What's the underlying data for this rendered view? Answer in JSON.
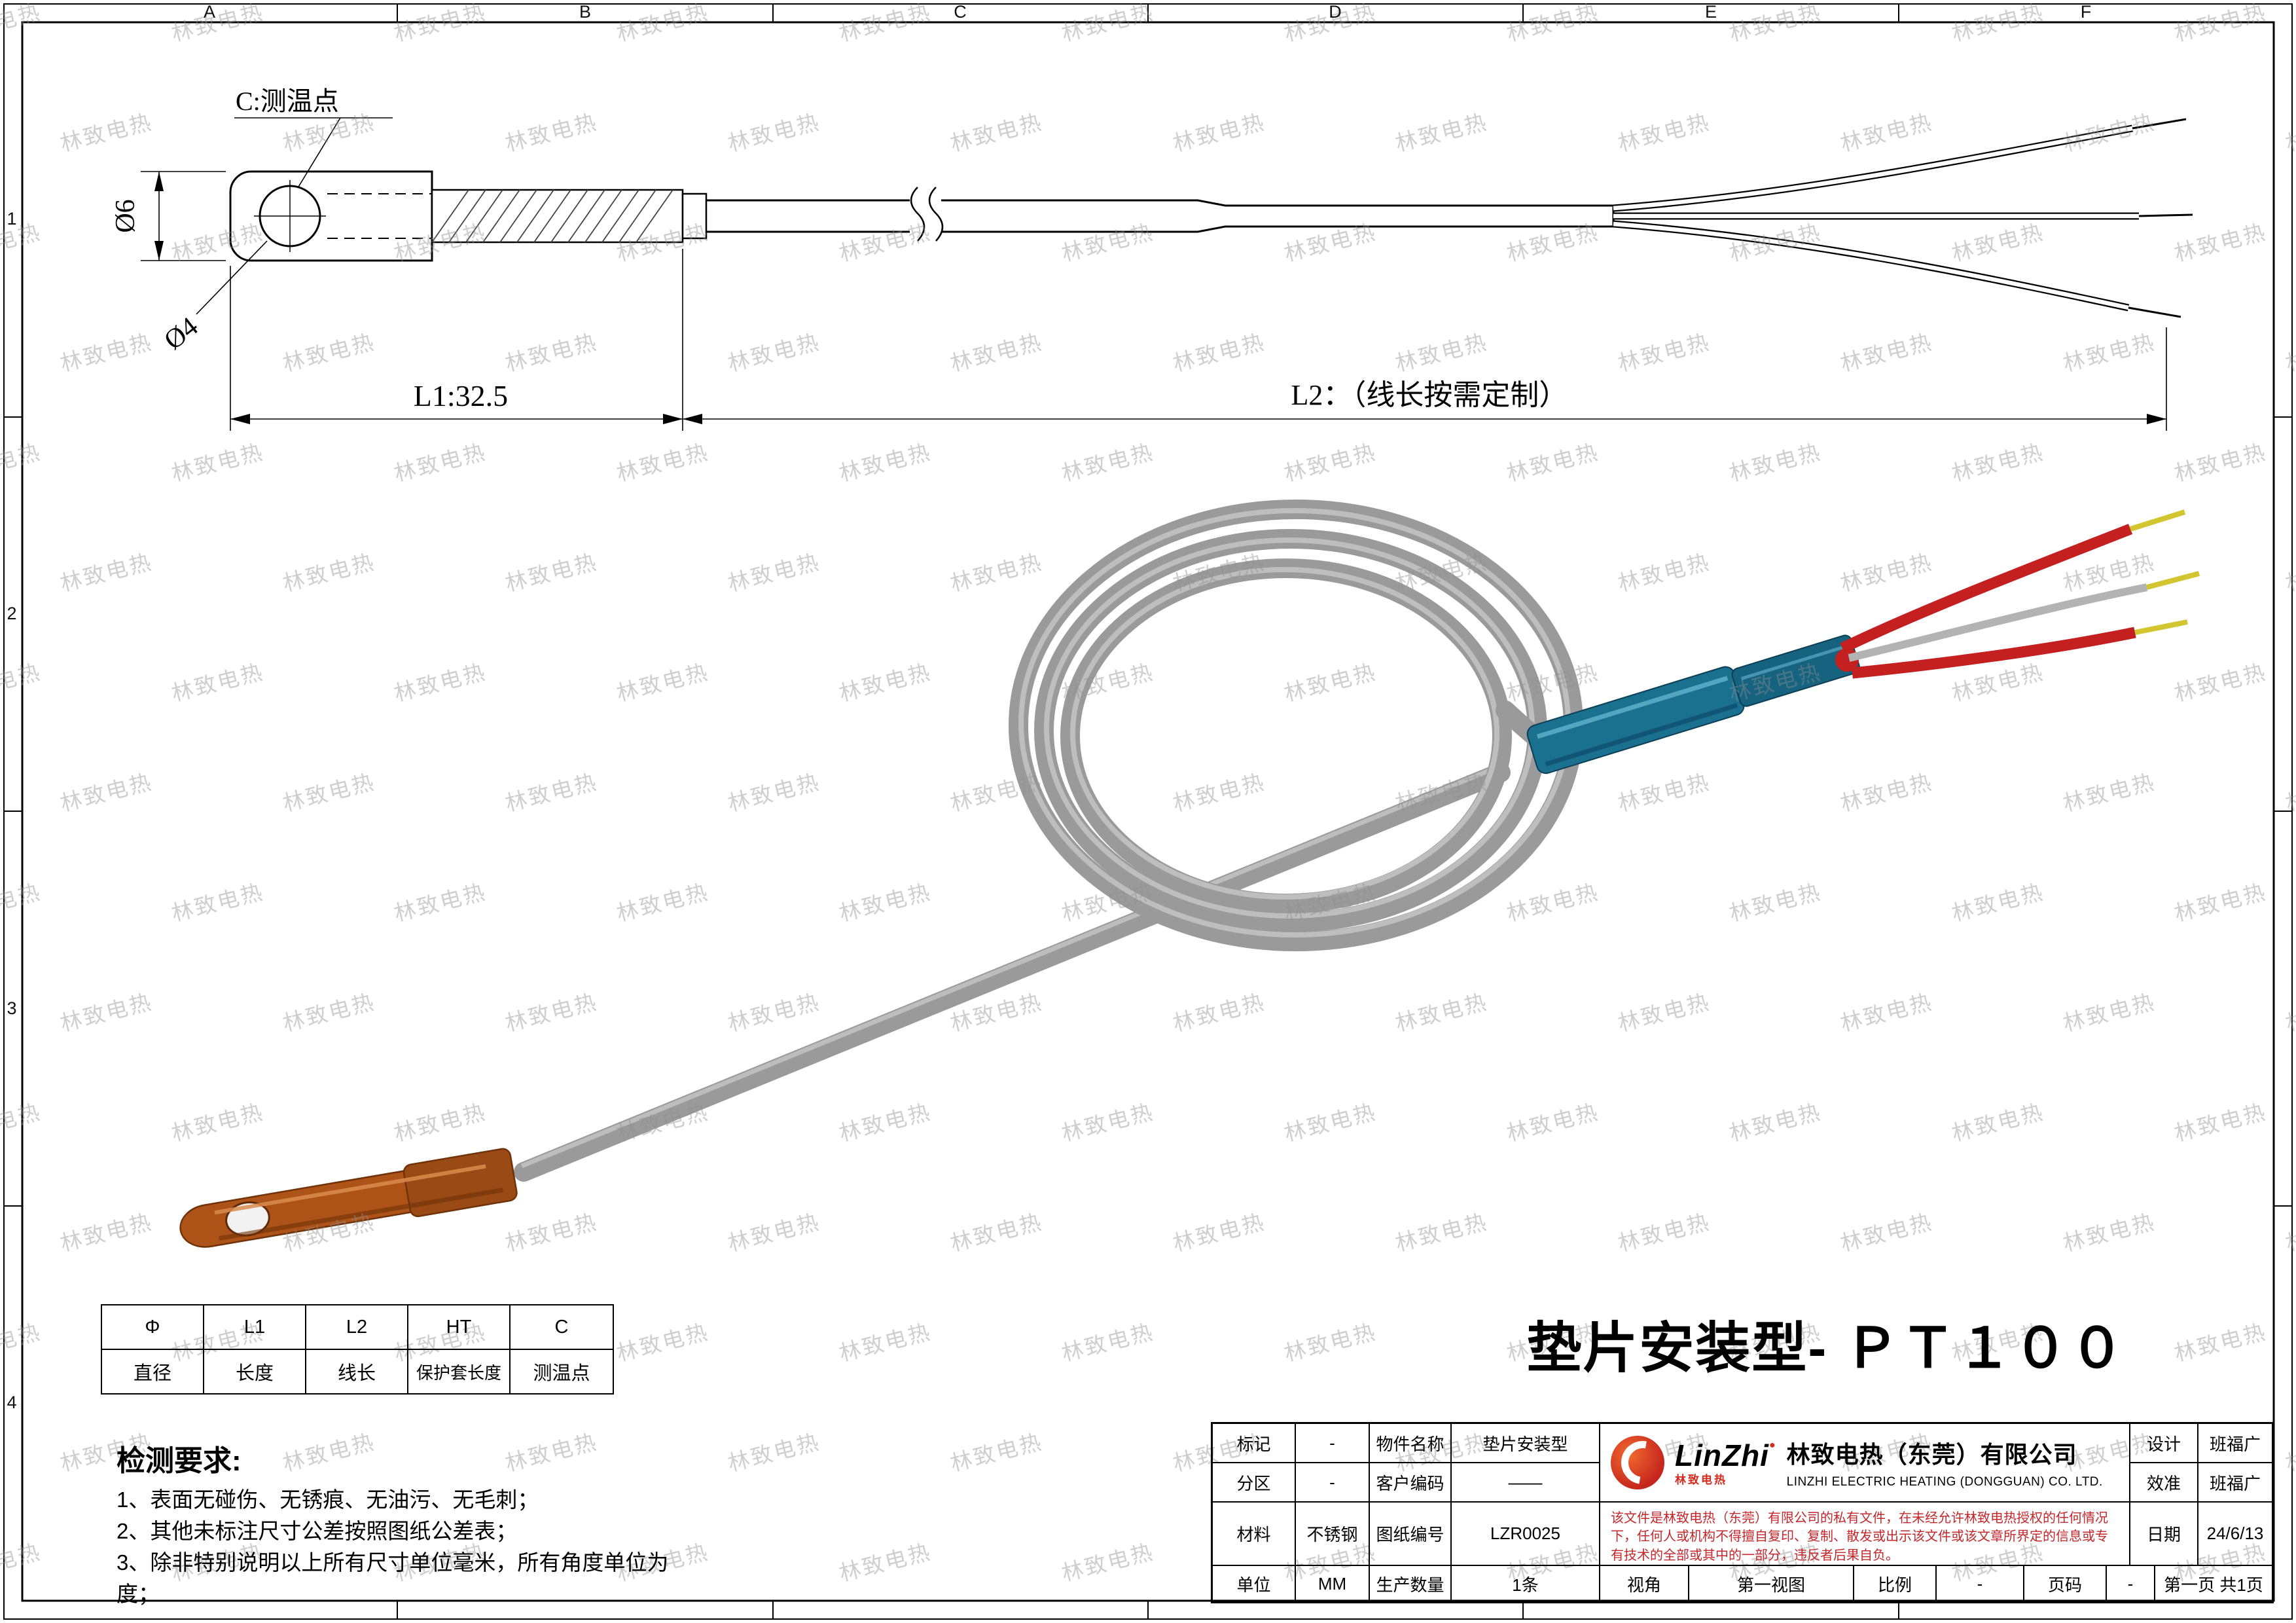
{
  "sheet": {
    "zone_columns": [
      "A",
      "B",
      "C",
      "D",
      "E",
      "F"
    ],
    "zone_rows": [
      "1",
      "2",
      "3",
      "4"
    ]
  },
  "watermark": {
    "text": "林致电热"
  },
  "drawing": {
    "label_c": "C:测温点",
    "dia6": "Ø6",
    "dia4": "Ø4",
    "dim_l1": "L1:32.5",
    "dim_l2": "L2：（线长按需定制）"
  },
  "product_title": "垫片安装型- ＰＴ１００",
  "param_table": {
    "headers": [
      "Φ",
      "L1",
      "L2",
      "HT",
      "C"
    ],
    "values": [
      "直径",
      "长度",
      "线长",
      "保护套长度",
      "测温点"
    ]
  },
  "requirements": {
    "title": "检测要求:",
    "items": [
      "1、表面无碰伤、无锈痕、无油污、无毛刺；",
      "2、其他未标注尺寸公差按照图纸公差表；",
      "3、除非特别说明以上所有尺寸单位毫米，所有角度单位为度；"
    ]
  },
  "title_block": {
    "mark_label": "标记",
    "mark_value": "-",
    "part_label": "物件名称",
    "part_value": "垫片安装型",
    "zone_label": "分区",
    "zone_value": "-",
    "customer_label": "客户编码",
    "customer_value": "——",
    "material_label": "材料",
    "material_value": "不锈钢",
    "drawno_label": "图纸编号",
    "drawno_value": "LZR0025",
    "unit_label": "单位",
    "unit_value": "MM",
    "qty_label": "生产数量",
    "qty_value": "1条",
    "view_label": "视角",
    "view_value": "第一视图",
    "scale_label": "比例",
    "scale_value": "-",
    "pageno_label": "页码",
    "pageno_value": "-",
    "pageinfo": "第一页  共1页",
    "design_label": "设计",
    "design_value": "班福广",
    "approve_label": "效准",
    "approve_value": "班福广",
    "date_label": "日期",
    "date_value": "24/6/13",
    "company": {
      "logo": "LinZhi",
      "logo_dot": "●",
      "logo_sub": "林致电热",
      "name_cn": "林致电热（东莞）有限公司",
      "name_en": "LINZHI ELECTRIC HEATING (DONGGUAN) CO. LTD."
    },
    "disclaimer": "该文件是林致电热（东莞）有限公司的私有文件，在未经允许林致电热授权的任何情况下，任何人或机构不得擅自复印、复制、散发或出示该文件或该文章所界定的信息或专有技术的全部或其中的一部分，违反者后果自负。"
  },
  "colors": {
    "cable_gray": "#9a9a9a",
    "copper": "#ad5318",
    "sleeve_blue": "#19708f",
    "wire_red": "#c42020",
    "wire_silver": "#b3b3b3",
    "tip_yellow": "#d3c52f",
    "brand_red": "#d42b1e",
    "disclaimer_red": "#c3272b",
    "watermark_gray": "#8f8f8f"
  }
}
